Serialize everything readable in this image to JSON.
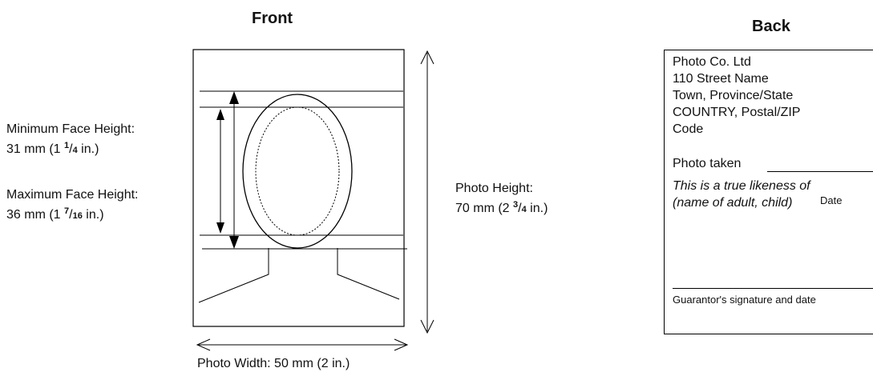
{
  "front": {
    "heading": "Front",
    "min_face_label": "Minimum Face Height:",
    "min_face_value": {
      "prefix": "31 mm (1 ",
      "num": "1",
      "den": "4",
      "suffix": " in.)"
    },
    "max_face_label": "Maximum Face Height:",
    "max_face_value": {
      "prefix": "36 mm (1 ",
      "num": "7",
      "den": "16",
      "suffix": " in.)"
    },
    "photo_height_label": "Photo Height:",
    "photo_height_value": {
      "prefix": "70 mm (2 ",
      "num": "3",
      "den": "4",
      "suffix": " in.)"
    },
    "photo_width_label": "Photo Width: 50 mm (2 in.)"
  },
  "back": {
    "heading": "Back",
    "address": [
      "Photo Co. Ltd",
      "110 Street Name",
      "Town, Province/State",
      "COUNTRY, Postal/ZIP",
      "Code"
    ],
    "photo_taken": "Photo taken",
    "date_label": "Date",
    "likeness_line1": "This is a true likeness of",
    "likeness_line2": "(name of adult, child)",
    "signature_label": "Guarantor's signature and date"
  }
}
